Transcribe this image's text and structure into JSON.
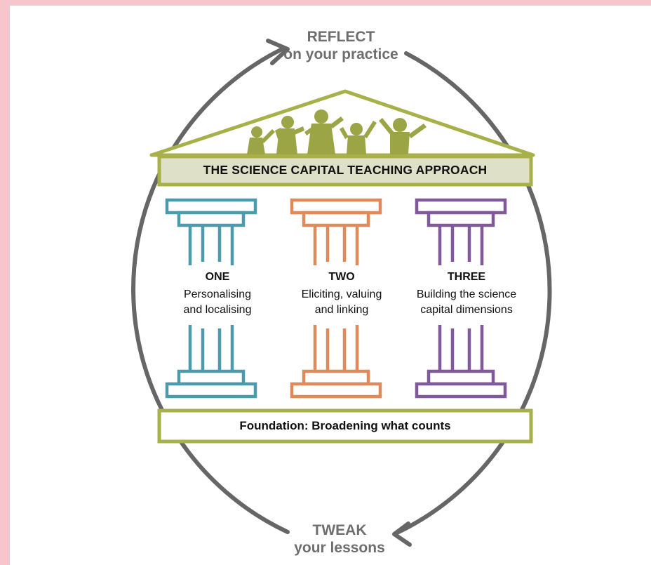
{
  "cycle": {
    "top_line1": "REFLECT",
    "top_line2": "on your practice",
    "bottom_line1": "TWEAK",
    "bottom_line2": "your lessons"
  },
  "title": "THE SCIENCE CAPITAL TEACHING APPROACH",
  "foundation": "Foundation: Broadening what counts",
  "pillars": [
    {
      "number": "ONE",
      "line1": "Personalising",
      "line2": "and localising",
      "color": "#4a9bab"
    },
    {
      "number": "TWO",
      "line1": "Eliciting, valuing",
      "line2": "and linking",
      "color": "#e08a5a"
    },
    {
      "number": "THREE",
      "line1": "Building the science",
      "line2": "capital dimensions",
      "color": "#80599a"
    }
  ],
  "colors": {
    "roof": "#a8b04a",
    "roof_fill": "#dfe0c8",
    "people": "#9ba546",
    "arrow": "#666666",
    "background": "#f7c6cd"
  },
  "roof_image": "children-holding-hands-silhouette"
}
